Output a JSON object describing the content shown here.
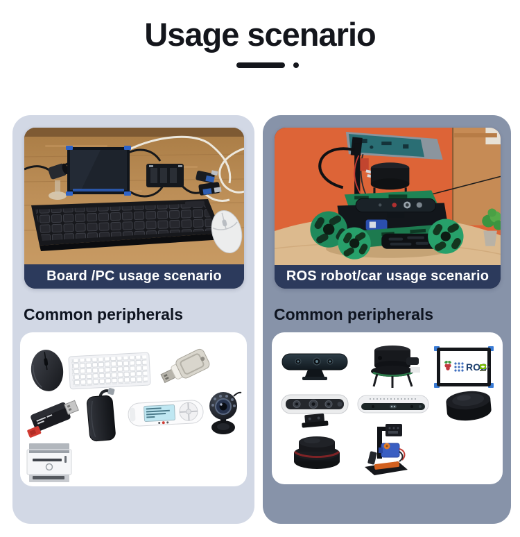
{
  "page": {
    "title": "Usage scenario"
  },
  "colors": {
    "title_text": "#14161c",
    "left_panel_bg": "#d2d8e5",
    "right_panel_bg": "#8793a9",
    "caption_bar_bg": "#2c3a5c",
    "caption_text": "#ffffff",
    "heading_text": "#0e1420",
    "card_bg": "#ffffff",
    "photo_left_wood": "#b5854f",
    "photo_right_orange": "#dd6437",
    "ros_text_blue": "#1c3f6e",
    "nvidia_green": "#76b900",
    "raspberry_red": "#c0393e",
    "robot_wheel_green": "#27a06a"
  },
  "sections": {
    "left": {
      "caption": "Board /PC usage scenario",
      "peripherals_heading": "Common peripherals",
      "peripherals": [
        "wireless-mouse",
        "white-keyboard",
        "usb-flash-drive",
        "usb-card-reader",
        "portable-hard-drive",
        "mp3-player",
        "webcam",
        "laser-printer"
      ]
    },
    "right": {
      "caption": "ROS robot/car usage scenario",
      "peripherals_heading": "Common peripherals",
      "screen_text": "ROS",
      "peripherals": [
        "depth-camera",
        "lidar-with-bracket",
        "hdmi-display-ros",
        "stereo-camera",
        "depth-camera-white",
        "lidar-puck",
        "lidar-red-ring",
        "pan-tilt-camera-kit"
      ]
    }
  }
}
